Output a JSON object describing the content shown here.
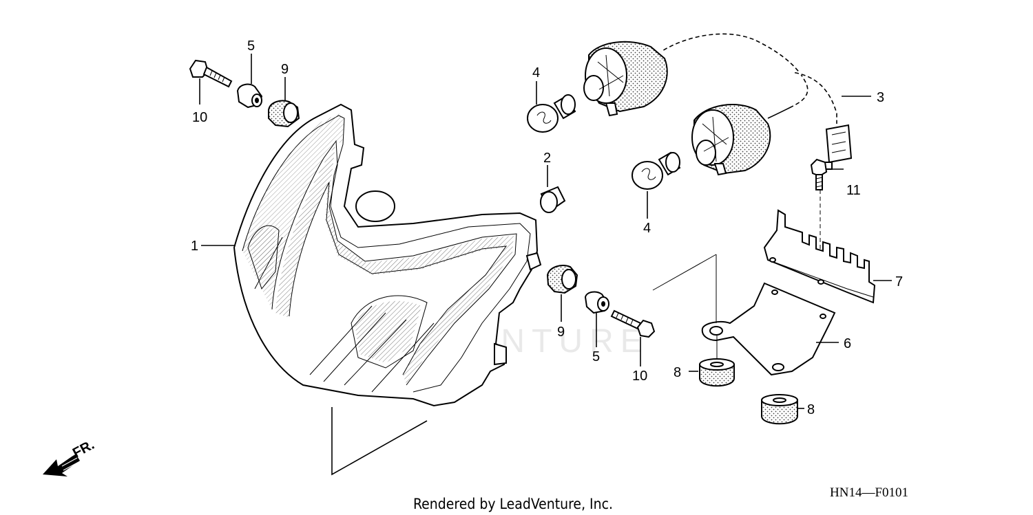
{
  "callouts": {
    "c1": "1",
    "c2": "2",
    "c3": "3",
    "c4a": "4",
    "c4b": "4",
    "c5a": "5",
    "c5b": "5",
    "c6": "6",
    "c7": "7",
    "c8a": "8",
    "c8b": "8",
    "c9a": "9",
    "c9b": "9",
    "c10a": "10",
    "c10b": "10",
    "c11": "11"
  },
  "direction_label": "FR.",
  "footer": "Rendered by LeadVenture, Inc.",
  "diagram_code": "HN14—F0101",
  "watermark": "LEADVENTURE"
}
